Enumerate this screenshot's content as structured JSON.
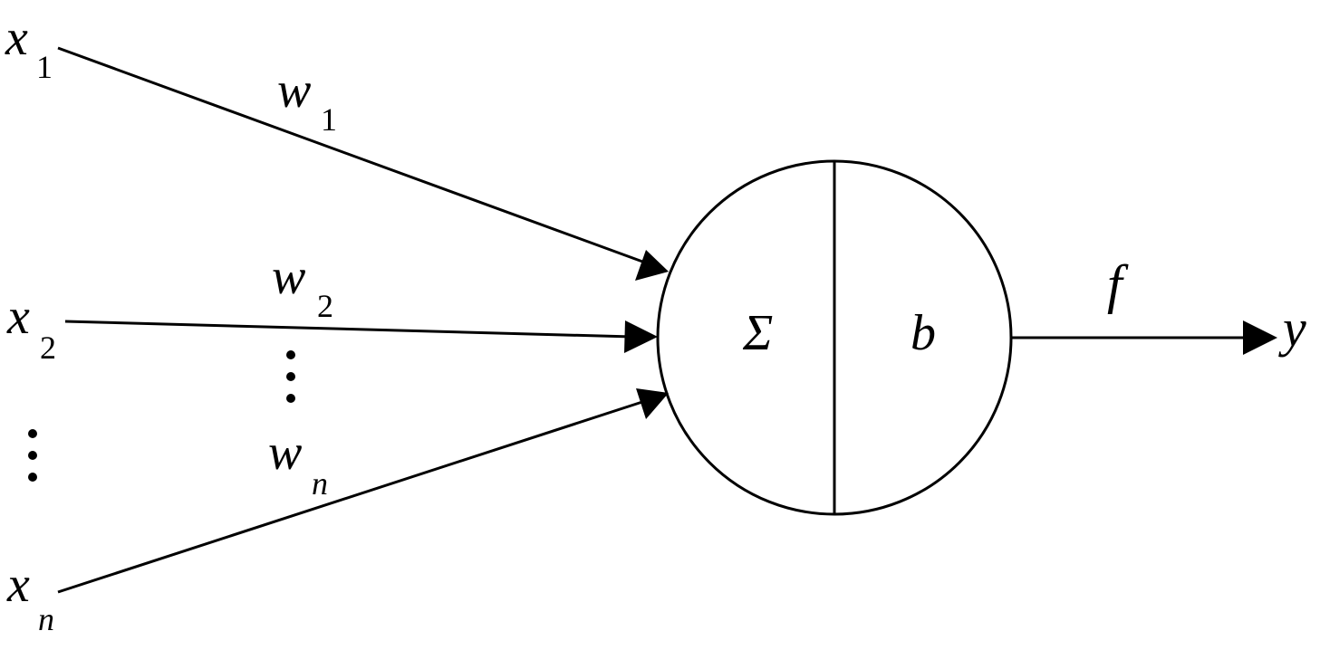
{
  "inputs": [
    {
      "symbol": "x",
      "index": "1"
    },
    {
      "symbol": "x",
      "index": "2"
    },
    {
      "symbol": "x",
      "index": "n"
    }
  ],
  "weights": [
    {
      "symbol": "w",
      "index": "1"
    },
    {
      "symbol": "w",
      "index": "2"
    },
    {
      "symbol": "w",
      "index": "n"
    }
  ],
  "neuron": {
    "sum_symbol": "Σ",
    "bias_symbol": "b"
  },
  "activation": {
    "symbol": "f"
  },
  "output": {
    "symbol": "y"
  },
  "colors": {
    "stroke": "#000000",
    "background": "#ffffff"
  }
}
